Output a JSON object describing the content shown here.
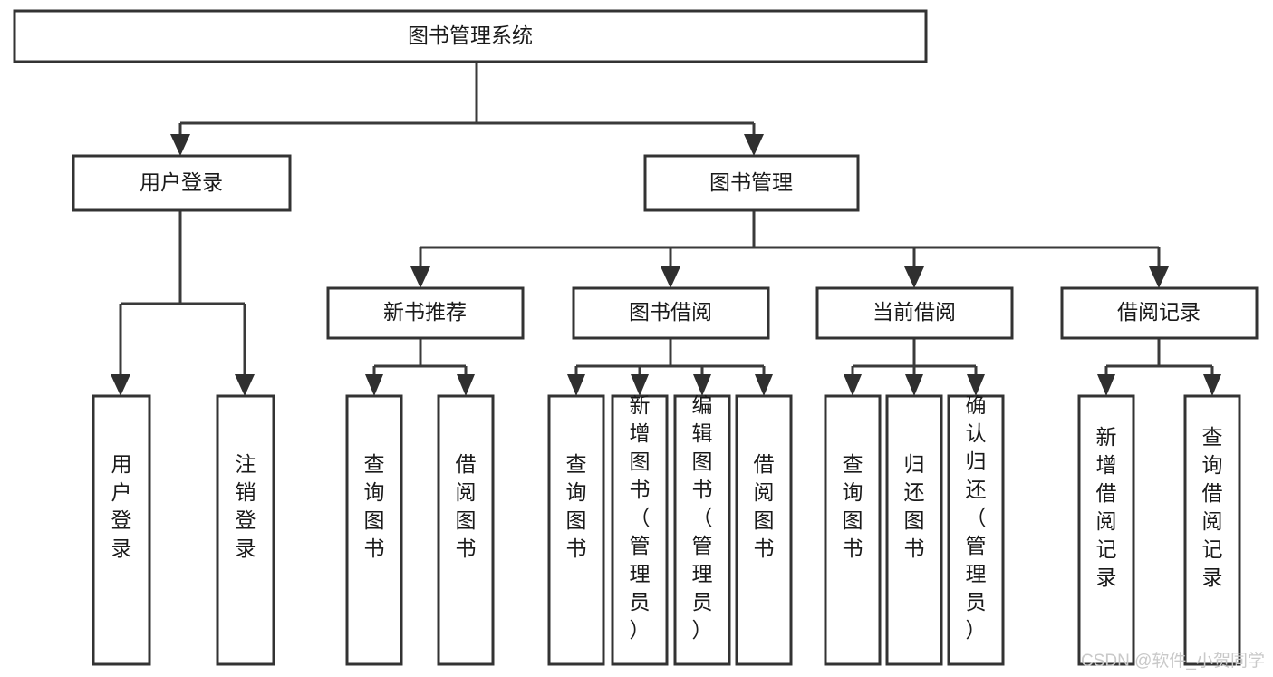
{
  "diagram": {
    "title": "图书管理系统",
    "type": "function-structure-tree",
    "orientation": "top-down",
    "root": {
      "id": "root",
      "label": "图书管理系统",
      "level": 0,
      "text_orientation": "horizontal"
    },
    "level2": [
      {
        "id": "user-login",
        "label": "用户登录",
        "text_orientation": "horizontal"
      },
      {
        "id": "book-manage",
        "label": "图书管理",
        "text_orientation": "horizontal"
      }
    ],
    "level3": [
      {
        "id": "new-book-recommend",
        "label": "新书推荐",
        "parent": "book-manage",
        "text_orientation": "horizontal"
      },
      {
        "id": "book-borrow",
        "label": "图书借阅",
        "parent": "book-manage",
        "text_orientation": "horizontal"
      },
      {
        "id": "current-borrow",
        "label": "当前借阅",
        "parent": "book-manage",
        "text_orientation": "horizontal"
      },
      {
        "id": "borrow-record",
        "label": "借阅记录",
        "parent": "book-manage",
        "text_orientation": "horizontal"
      }
    ],
    "leaves": [
      {
        "id": "leaf-user-login",
        "label": "用户登录",
        "parent": "user-login",
        "text_orientation": "vertical",
        "chars": [
          "用",
          "户",
          "登",
          "录"
        ]
      },
      {
        "id": "leaf-logout",
        "label": "注销登录",
        "parent": "user-login",
        "text_orientation": "vertical",
        "chars": [
          "注",
          "销",
          "登",
          "录"
        ]
      },
      {
        "id": "leaf-query-book-rec",
        "label": "查询图书",
        "parent": "new-book-recommend",
        "text_orientation": "vertical",
        "chars": [
          "查",
          "询",
          "图",
          "书"
        ]
      },
      {
        "id": "leaf-borrow-book-rec",
        "label": "借阅图书",
        "parent": "new-book-recommend",
        "text_orientation": "vertical",
        "chars": [
          "借",
          "阅",
          "图",
          "书"
        ]
      },
      {
        "id": "leaf-query-book-borrow",
        "label": "查询图书",
        "parent": "book-borrow",
        "text_orientation": "vertical",
        "chars": [
          "查",
          "询",
          "图",
          "书"
        ]
      },
      {
        "id": "leaf-add-book",
        "label": "新增图书（管理员）",
        "parent": "book-borrow",
        "text_orientation": "vertical",
        "chars": [
          "新",
          "增",
          "图",
          "书",
          "（",
          "管",
          "理",
          "员",
          "）"
        ]
      },
      {
        "id": "leaf-edit-book",
        "label": "编辑图书（管理员）",
        "parent": "book-borrow",
        "text_orientation": "vertical",
        "chars": [
          "编",
          "辑",
          "图",
          "书",
          "（",
          "管",
          "理",
          "员",
          "）"
        ]
      },
      {
        "id": "leaf-borrow-book",
        "label": "借阅图书",
        "parent": "book-borrow",
        "text_orientation": "vertical",
        "chars": [
          "借",
          "阅",
          "图",
          "书"
        ]
      },
      {
        "id": "leaf-query-book-cur",
        "label": "查询图书",
        "parent": "current-borrow",
        "text_orientation": "vertical",
        "chars": [
          "查",
          "询",
          "图",
          "书"
        ]
      },
      {
        "id": "leaf-return-book",
        "label": "归还图书",
        "parent": "current-borrow",
        "text_orientation": "vertical",
        "chars": [
          "归",
          "还",
          "图",
          "书"
        ]
      },
      {
        "id": "leaf-confirm-return",
        "label": "确认归还（管理员）",
        "parent": "current-borrow",
        "text_orientation": "vertical",
        "chars": [
          "确",
          "认",
          "归",
          "还",
          "（",
          "管",
          "理",
          "员",
          "）"
        ]
      },
      {
        "id": "leaf-add-record",
        "label": "新增借阅记录",
        "parent": "borrow-record",
        "text_orientation": "vertical",
        "chars": [
          "新",
          "增",
          "借",
          "阅",
          "记",
          "录"
        ]
      },
      {
        "id": "leaf-query-record",
        "label": "查询借阅记录",
        "parent": "borrow-record",
        "text_orientation": "vertical",
        "chars": [
          "查",
          "询",
          "借",
          "阅",
          "记",
          "录"
        ]
      }
    ]
  },
  "watermark": {
    "text": "CSDN @软件_小贺同学"
  },
  "colors": {
    "background": "#ffffff",
    "box_fill": "#ffffff",
    "box_stroke": "#333333",
    "line": "#3a3a3a",
    "arrow": "#2f2f2f",
    "label": "#1a1a1a",
    "watermark": "#c9c9c9"
  }
}
